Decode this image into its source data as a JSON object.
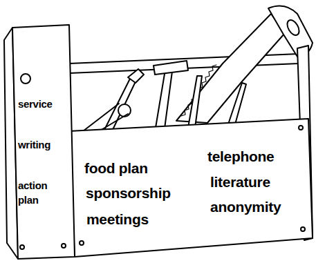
{
  "diagram": {
    "labels": [
      "service",
      "writing",
      "action plan",
      "food plan",
      "sponsorship",
      "meetings",
      "telephone",
      "literature",
      "anonymity"
    ]
  }
}
